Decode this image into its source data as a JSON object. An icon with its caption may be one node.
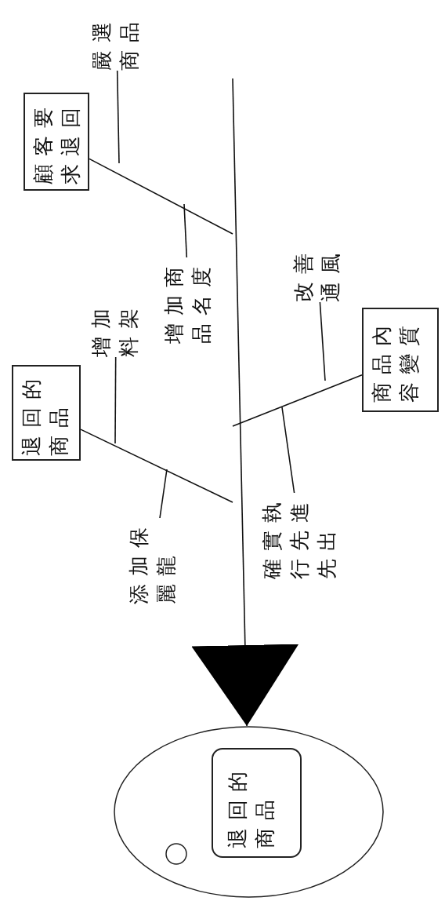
{
  "diagram": {
    "nodes": [
      {
        "text": [
          "顧客要求退回"
        ]
      },
      {
        "text": [
          "嚴選商品"
        ]
      },
      {
        "text": [
          "增加商品名度"
        ]
      },
      {
        "text": [
          "退回的商品"
        ]
      },
      {
        "text": [
          "增加料架"
        ]
      },
      {
        "text": [
          "添加保麗龍"
        ]
      },
      {
        "text": [
          "商品內容變質"
        ]
      },
      {
        "text": [
          "改善通風"
        ]
      },
      {
        "text": [
          "確實執行先進先出"
        ]
      },
      {
        "text": [],
        "shape": "ellipse"
      },
      {
        "text": [
          "退回的商品"
        ],
        "in": 9
      }
    ],
    "edges": [
      {
        "from": 0,
        "to": null,
        "arrow": "none"
      },
      {
        "from": 1,
        "to": null,
        "arrow": "none"
      },
      {
        "from": 2,
        "to": null,
        "arrow": "none"
      },
      {
        "from": 3,
        "to": null,
        "arrow": "none"
      },
      {
        "from": 4,
        "to": null,
        "arrow": "none"
      },
      {
        "from": 5,
        "to": null,
        "arrow": "none"
      },
      {
        "from": 6,
        "to": null,
        "arrow": "none"
      },
      {
        "from": 7,
        "to": null,
        "arrow": "none"
      },
      {
        "from": 8,
        "to": null,
        "arrow": "none"
      },
      {
        "from": null,
        "to": 9,
        "arrow": "to"
      }
    ]
  }
}
